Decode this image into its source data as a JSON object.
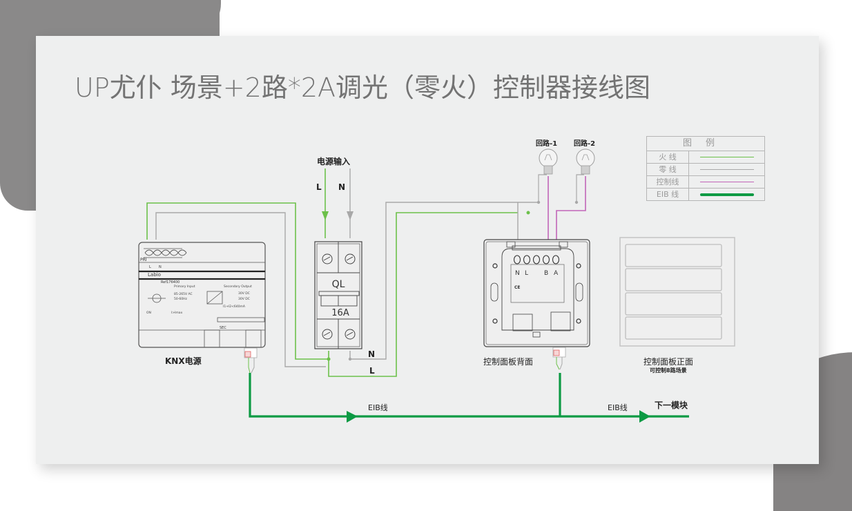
{
  "page": {
    "title": "UP尤仆 场景+2路*2A调光（零火）控制器接线图"
  },
  "colors": {
    "live_wire": "#6cc04a",
    "neutral_wire": "#a8a8a8",
    "control_wire": "#c265b8",
    "eib_wire": "#0d9a44",
    "card_bg": "#eeefef",
    "title_text": "#737373"
  },
  "legend": {
    "title": "图例",
    "items": [
      {
        "label": "火 线",
        "color": "#6cc04a",
        "style": "thin"
      },
      {
        "label": "零 线",
        "color": "#a8a8a8",
        "style": "thin"
      },
      {
        "label": "控制线",
        "color": "#c265b8",
        "style": "thin"
      },
      {
        "label": "EIB 线",
        "color": "#0d9a44",
        "style": "thick"
      }
    ]
  },
  "power_input": {
    "label": "电源输入",
    "live": "L",
    "neutral": "N"
  },
  "breaker": {
    "name": "QL",
    "rating": "16A",
    "out_neutral": "N",
    "out_live": "L"
  },
  "knx_psu": {
    "caption": "KNX电源",
    "pri_label": "PRI",
    "brand": "Labio",
    "ref": "Ref176400",
    "primary_input_title": "Primary Input",
    "primary_voltage": "85-265V AC",
    "primary_freq": "50-60Hz",
    "secondary_title": "Secondary Output",
    "secondary_out1": "30V DC",
    "secondary_out2": "30V DC",
    "current_limit": "I1+I2<640mA",
    "led_on": "ON",
    "led_overload": "I>Imax",
    "sec_label": "SEC",
    "terminal_l": "L",
    "terminal_n": "N"
  },
  "lamps": [
    {
      "label": "回路-1"
    },
    {
      "label": "回路-2"
    }
  ],
  "panel_back": {
    "caption": "控制面板背面",
    "terminals": [
      "N",
      "L",
      "B",
      "A"
    ],
    "ce_mark": "CE"
  },
  "panel_front": {
    "caption": "控制面板正面",
    "subcaption": "可控制8路场景",
    "button_count": 4
  },
  "bus": {
    "label_1": "EIB线",
    "label_2": "EIB线",
    "next_module": "下一模块"
  }
}
